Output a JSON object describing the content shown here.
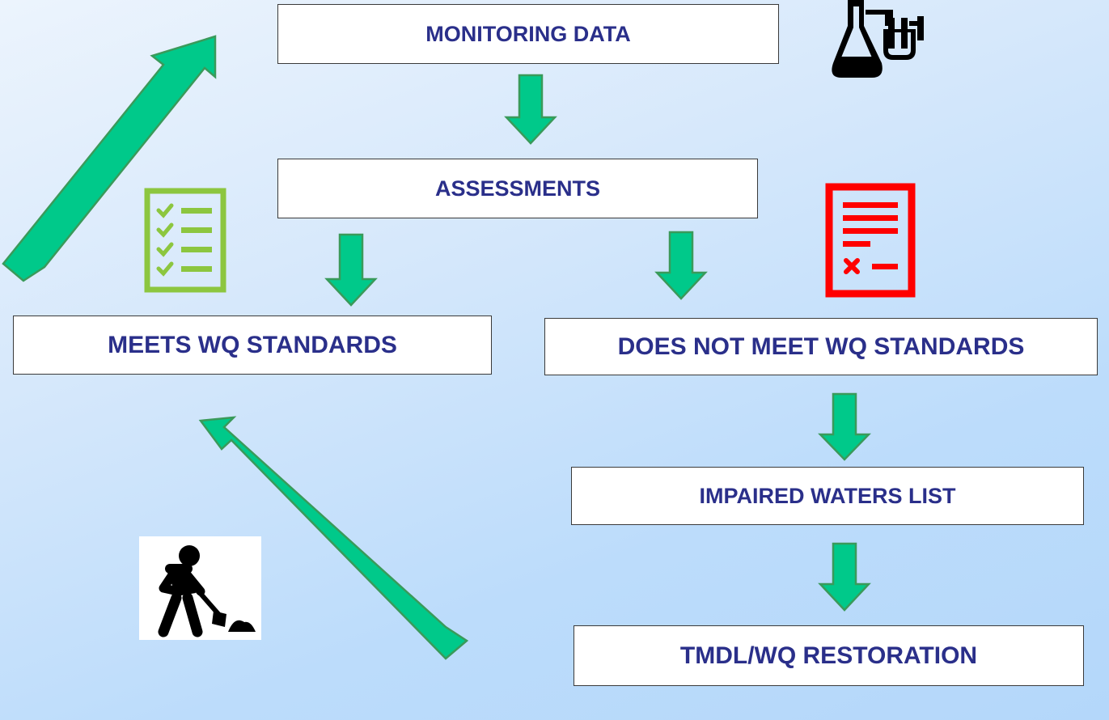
{
  "diagram": {
    "nodes": {
      "monitoring": "Monitoring Data",
      "assessments": "Assessments",
      "meets": "Meets WQ Standards",
      "not_meets": "Does not Meet WQ Standards",
      "impaired": "Impaired waters List",
      "tmdl": "TMDL/WQ Restoration"
    },
    "edges": [
      {
        "from": "monitoring",
        "to": "assessments"
      },
      {
        "from": "assessments",
        "to": "meets"
      },
      {
        "from": "assessments",
        "to": "not_meets"
      },
      {
        "from": "not_meets",
        "to": "impaired"
      },
      {
        "from": "impaired",
        "to": "tmdl"
      },
      {
        "from": "tmdl",
        "to": "meets"
      },
      {
        "from": "meets",
        "to": "monitoring"
      }
    ],
    "icons": {
      "monitoring": "lab-flask-icon",
      "meets": "checklist-icon",
      "not_meets": "failed-checklist-icon",
      "tmdl": "worker-shovel-icon"
    },
    "colors": {
      "arrow_fill": "#00c98a",
      "arrow_stroke": "#3a9a5a",
      "box_text": "#2a2f8a",
      "checklist": "#8cc63f",
      "failed_list": "#ff0000"
    }
  }
}
